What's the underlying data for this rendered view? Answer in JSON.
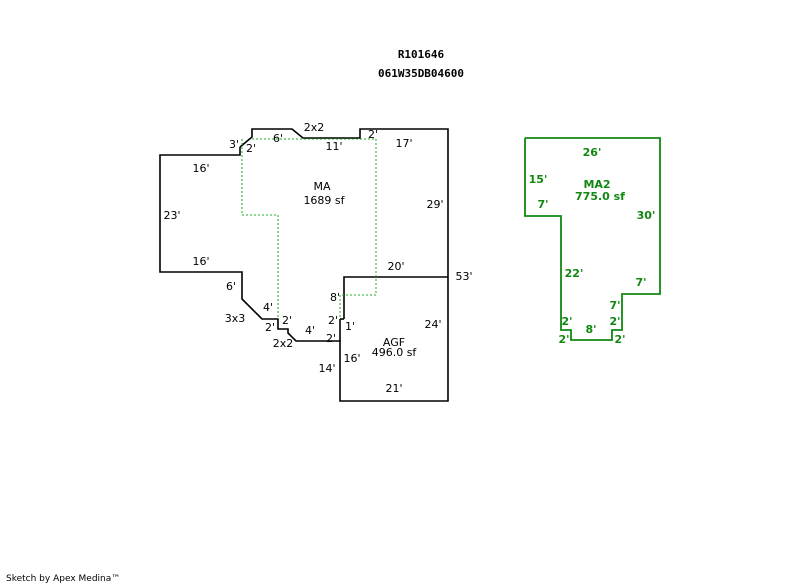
{
  "header": {
    "parcel_id": "R101646",
    "map_id": "061W35DB04600"
  },
  "areas": {
    "ma": {
      "name": "MA",
      "area": "1689 sf"
    },
    "agf": {
      "name": "AGF",
      "area": "496.0 sf"
    },
    "ma2": {
      "name": "MA2",
      "area": "775.0 sf"
    }
  },
  "dimensions": {
    "d_2x2_top": "2x2",
    "d_3_left": "3'",
    "d_6_top": "6'",
    "d_2_top_left": "2'",
    "d_11": "11'",
    "d_2_top_right": "2'",
    "d_17": "17'",
    "d_16_upper": "16'",
    "d_23": "23'",
    "d_29": "29'",
    "d_16_lower": "16'",
    "d_20": "20'",
    "d_53": "53'",
    "d_6_diag": "6'",
    "d_4_left": "4'",
    "d_8": "8'",
    "d_3x3": "3x3",
    "d_2_a": "2'",
    "d_2_b": "2'",
    "d_4_bottom": "4'",
    "d_2_c": "2'",
    "d_1": "1'",
    "d_24": "24'",
    "d_2x2_bottom": "2x2",
    "d_2_d": "2'",
    "d_16_agf": "16'",
    "d_14": "14'",
    "d_21": "21'"
  },
  "ma2_dimensions": {
    "d_26": "26'",
    "d_15": "15'",
    "d_7_a": "7'",
    "d_30": "30'",
    "d_22": "22'",
    "d_7_b": "7'",
    "d_7_c": "7'",
    "d_2_a": "2'",
    "d_8": "8'",
    "d_2_b": "2'",
    "d_2_c": "2'",
    "d_2_d": "2'"
  },
  "footer": {
    "credit": "Sketch by Apex Medina™"
  },
  "colors": {
    "outline": "#000000",
    "ma2": "#118811",
    "dotted": "#22aa22"
  }
}
